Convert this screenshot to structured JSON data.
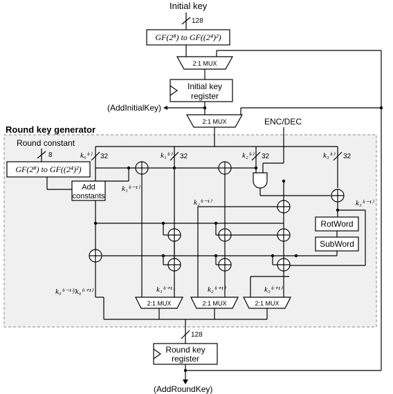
{
  "labels": {
    "initial_key": "Initial key",
    "bus_128_top": "128",
    "gf_top": "GF(2⁸) to GF((2⁴)²)",
    "mux_top": "2:1 MUX",
    "initial_key_register_line1": "Initial key",
    "initial_key_register_line2": "register",
    "add_initial_key": "(AddInitialKey)",
    "mux_second": "2:1 MUX",
    "enc_dec": "ENC/DEC",
    "round_key_generator": "Round key generator",
    "round_constant": "Round constant",
    "bus_8": "8",
    "gf_rc": "GF(2⁸) to GF((2⁴)²)",
    "add_constants_line1": "Add",
    "add_constants_line2": "constants",
    "k0_r": "k₀⁽ʳ⁾",
    "k1_r": "k₁⁽ʳ⁾",
    "k2_r": "k₂⁽ʳ⁾",
    "k3_r": "k₃⁽ʳ⁾",
    "bus_32": "32",
    "k1_rm1": "k₁⁽ʳ⁻¹⁾",
    "k2_rm1": "k₂⁽ʳ⁻¹⁾",
    "k3_rm1": "k₃⁽ʳ⁻¹⁾",
    "rotword": "RotWord",
    "subword": "SubWord",
    "k0_out": "k₀⁽ʳ⁻¹⁾/k₀⁽ʳ⁺¹⁾",
    "k1_rp1": "k₁⁽ʳ⁺¹⁾",
    "k2_rp1": "k₂⁽ʳ⁺¹⁾",
    "k3_rp1": "k₃⁽ʳ⁺¹⁾",
    "mux_bottom": "2:1 MUX",
    "bus_128_bottom": "128",
    "round_key_register_line1": "Round key",
    "round_key_register_line2": "register",
    "add_round_key": "(AddRoundKey)"
  }
}
